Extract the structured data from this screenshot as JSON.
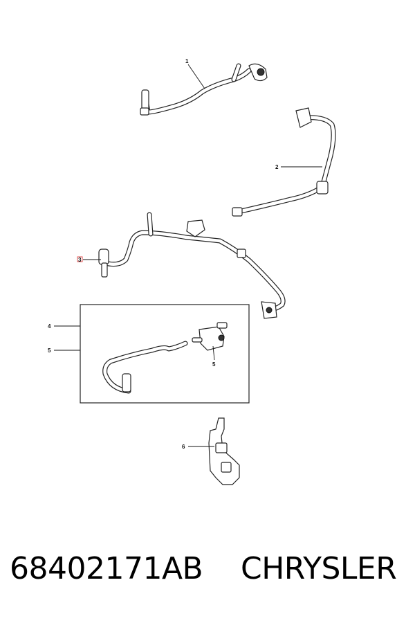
{
  "callouts": {
    "c1": "1",
    "c2": "2",
    "c3": "3",
    "c4": "4",
    "c5a": "5",
    "c5b": "5",
    "c6": "6"
  },
  "footer": {
    "part_number": "68402171AB",
    "brand": "CHRYSLER"
  },
  "colors": {
    "line": "#222222",
    "highlight": "#e05050"
  }
}
